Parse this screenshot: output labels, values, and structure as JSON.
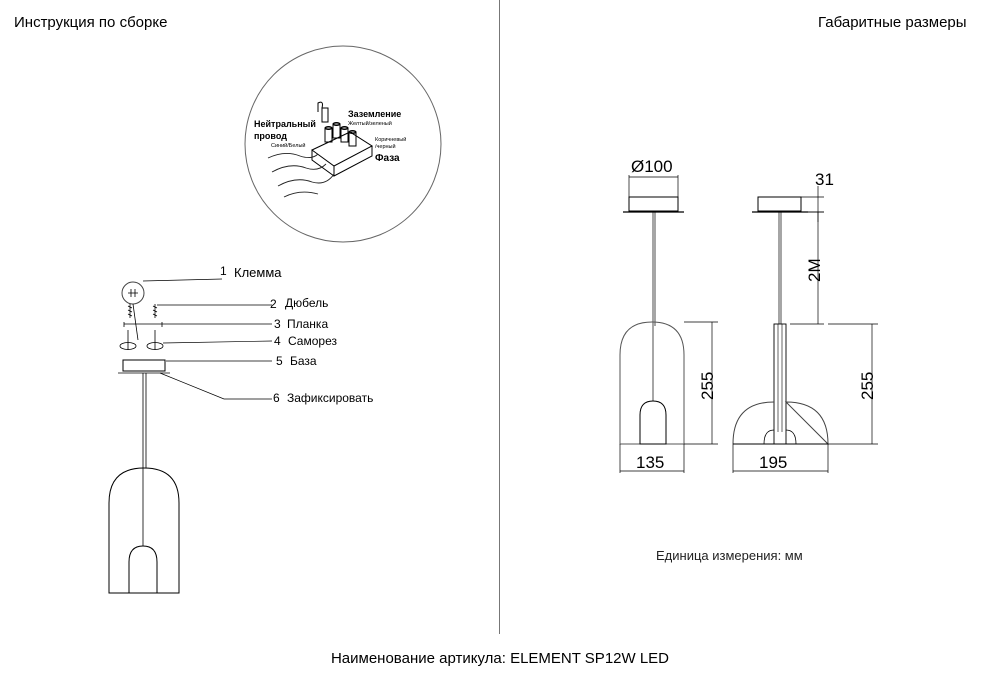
{
  "header": {
    "left_title": "Инструкция по сборке",
    "right_title": "Габаритные размеры"
  },
  "wiring": {
    "neutral_line1": "Нейтральный",
    "neutral_line2": "провод",
    "neutral_color": "Синий/Белый",
    "ground_title": "Заземление",
    "ground_color": "Желтый/зеленый",
    "phase_color_line1": "Коричневый",
    "phase_color_line2": "/черный",
    "phase_title": "Фаза"
  },
  "parts": [
    {
      "num": "1",
      "label": "Клемма"
    },
    {
      "num": "2",
      "label": "Дюбель"
    },
    {
      "num": "3",
      "label": "Планка"
    },
    {
      "num": "4",
      "label": "Саморез"
    },
    {
      "num": "5",
      "label": "База"
    },
    {
      "num": "6",
      "label": "Зафиксировать"
    }
  ],
  "dimensions": {
    "canopy_diameter": "Ø100",
    "canopy_height": "31",
    "cable_length": "2M",
    "height_front": "255",
    "height_side": "255",
    "width_front": "135",
    "width_side": "195"
  },
  "units": "Единица измерения: мм",
  "footer": {
    "article_label": "Наименование артикула:",
    "article_value": "ELEMENT SP12W LED"
  }
}
